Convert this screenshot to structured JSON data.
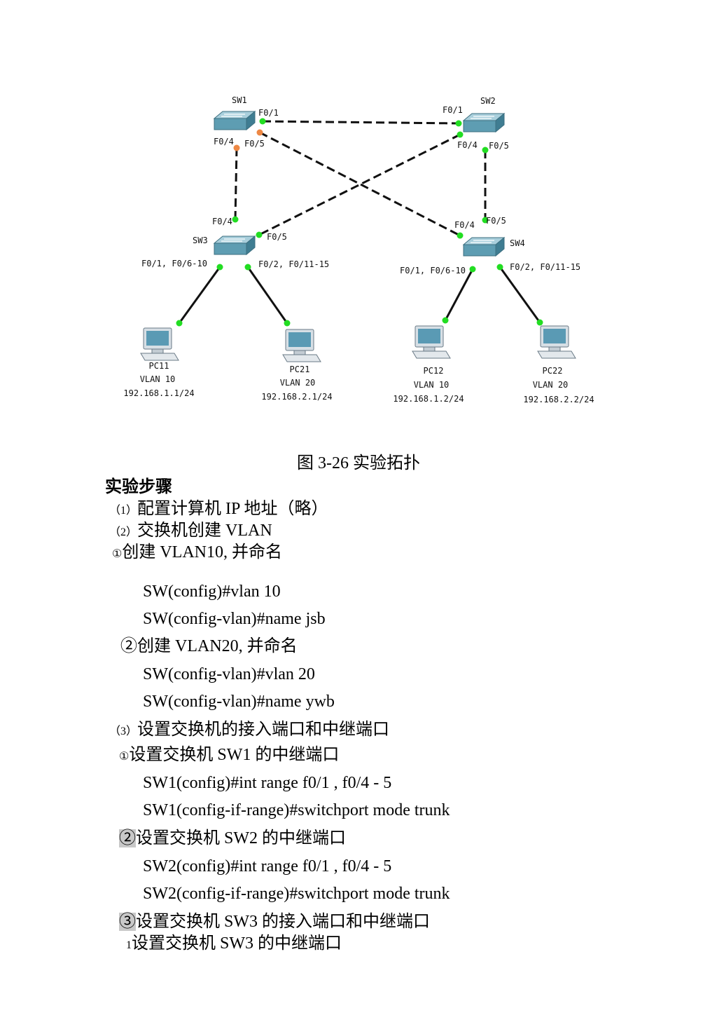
{
  "diagram": {
    "switches": [
      {
        "name": "SW1"
      },
      {
        "name": "SW2"
      },
      {
        "name": "SW3"
      },
      {
        "name": "SW4"
      }
    ],
    "port_labels": {
      "sw1_f01": "F0/1",
      "sw1_f04": "F0/4",
      "sw1_f05": "F0/5",
      "sw2_f01": "F0/1",
      "sw2_f04": "F0/4",
      "sw2_f05": "F0/5",
      "sw3_f04": "F0/4",
      "sw3_f05": "F0/5",
      "sw3_left": "F0/1, F0/6-10",
      "sw3_right": "F0/2, F0/11-15",
      "sw4_f04": "F0/4",
      "sw4_f05": "F0/5",
      "sw4_left": "F0/1, F0/6-10",
      "sw4_right": "F0/2, F0/11-15"
    },
    "pcs": [
      {
        "name": "PC11",
        "vlan": "VLAN 10",
        "ip": "192.168.1.1/24"
      },
      {
        "name": "PC21",
        "vlan": "VLAN 20",
        "ip": "192.168.2.1/24"
      },
      {
        "name": "PC12",
        "vlan": "VLAN 10",
        "ip": "192.168.1.2/24"
      },
      {
        "name": "PC22",
        "vlan": "VLAN 20",
        "ip": "192.168.2.2/24"
      }
    ]
  },
  "caption": "图 3-26 实验拓扑",
  "section_title": "实验步骤",
  "lines": [
    {
      "num": "（1）",
      "text": "配置计算机 IP 地址（略）"
    },
    {
      "num": "（2）",
      "text": "交换机创建 VLAN"
    },
    {
      "num": "①",
      "text": "创建 VLAN10, 并命名"
    },
    {
      "num": "",
      "text": "SW(config)#vlan 10"
    },
    {
      "num": "",
      "text": "SW(config-vlan)#name jsb"
    },
    {
      "num": "②",
      "text": "创建 VLAN20, 并命名"
    },
    {
      "num": "",
      "text": "SW(config-vlan)#vlan 20"
    },
    {
      "num": "",
      "text": "SW(config-vlan)#name ywb"
    },
    {
      "num": "（3）",
      "text": "设置交换机的接入端口和中继端口"
    },
    {
      "num": "①",
      "text": "设置交换机 SW1 的中继端口"
    },
    {
      "num": "",
      "text": "SW1(config)#int range f0/1 , f0/4 - 5"
    },
    {
      "num": "",
      "text": "SW1(config-if-range)#switchport mode trunk"
    },
    {
      "num": "②",
      "text": "设置交换机 SW2 的中继端口"
    },
    {
      "num": "",
      "text": "SW2(config)#int range f0/1 , f0/4 - 5"
    },
    {
      "num": "",
      "text": "SW2(config-if-range)#switchport mode trunk"
    },
    {
      "num": "③",
      "text": "设置交换机 SW3 的接入端口和中继端口"
    },
    {
      "num": "1",
      "text": "设置交换机 SW3 的中继端口"
    }
  ]
}
